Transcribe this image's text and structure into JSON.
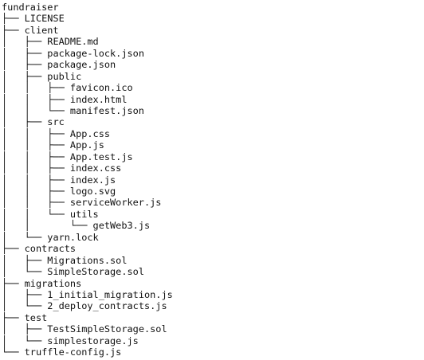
{
  "tree": {
    "lines": [
      {
        "prefix": "",
        "name": "fundraiser"
      },
      {
        "prefix": "├── ",
        "name": "LICENSE"
      },
      {
        "prefix": "├── ",
        "name": "client"
      },
      {
        "prefix": "│   ├── ",
        "name": "README.md"
      },
      {
        "prefix": "│   ├── ",
        "name": "package-lock.json"
      },
      {
        "prefix": "│   ├── ",
        "name": "package.json"
      },
      {
        "prefix": "│   ├── ",
        "name": "public"
      },
      {
        "prefix": "│   │   ├── ",
        "name": "favicon.ico"
      },
      {
        "prefix": "│   │   ├── ",
        "name": "index.html"
      },
      {
        "prefix": "│   │   └── ",
        "name": "manifest.json"
      },
      {
        "prefix": "│   ├── ",
        "name": "src"
      },
      {
        "prefix": "│   │   ├── ",
        "name": "App.css"
      },
      {
        "prefix": "│   │   ├── ",
        "name": "App.js"
      },
      {
        "prefix": "│   │   ├── ",
        "name": "App.test.js"
      },
      {
        "prefix": "│   │   ├── ",
        "name": "index.css"
      },
      {
        "prefix": "│   │   ├── ",
        "name": "index.js"
      },
      {
        "prefix": "│   │   ├── ",
        "name": "logo.svg"
      },
      {
        "prefix": "│   │   ├── ",
        "name": "serviceWorker.js"
      },
      {
        "prefix": "│   │   └── ",
        "name": "utils"
      },
      {
        "prefix": "│   │       └── ",
        "name": "getWeb3.js"
      },
      {
        "prefix": "│   └── ",
        "name": "yarn.lock"
      },
      {
        "prefix": "├── ",
        "name": "contracts"
      },
      {
        "prefix": "│   ├── ",
        "name": "Migrations.sol"
      },
      {
        "prefix": "│   └── ",
        "name": "SimpleStorage.sol"
      },
      {
        "prefix": "├── ",
        "name": "migrations"
      },
      {
        "prefix": "│   ├── ",
        "name": "1_initial_migration.js"
      },
      {
        "prefix": "│   └── ",
        "name": "2_deploy_contracts.js"
      },
      {
        "prefix": "├── ",
        "name": "test"
      },
      {
        "prefix": "│   ├── ",
        "name": "TestSimpleStorage.sol"
      },
      {
        "prefix": "│   └── ",
        "name": "simplestorage.js"
      },
      {
        "prefix": "└── ",
        "name": "truffle-config.js"
      }
    ]
  }
}
